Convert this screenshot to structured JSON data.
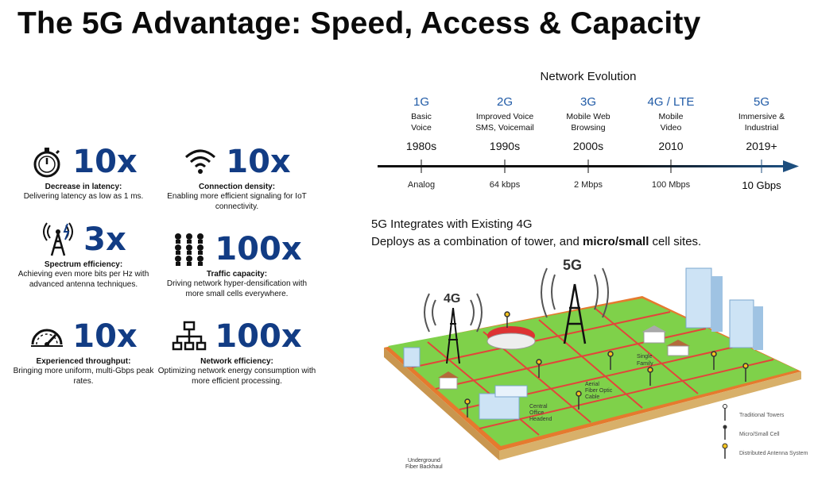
{
  "title": "The 5G Advantage: Speed, Access & Capacity",
  "stats": [
    {
      "multiplier": "10x",
      "heading": "Decrease in latency:",
      "desc": "Delivering latency as low as 1 ms.",
      "icon": "stopwatch-icon"
    },
    {
      "multiplier": "10x",
      "heading": "Connection density:",
      "desc": "Enabling more efficient signaling for IoT connectivity.",
      "icon": "wifi-icon"
    },
    {
      "multiplier": "3x",
      "heading": "Spectrum efficiency:",
      "desc": "Achieving even more bits per Hz with advanced antenna techniques.",
      "icon": "antenna-icon"
    },
    {
      "multiplier": "100x",
      "heading": "Traffic capacity:",
      "desc": "Driving network hyper-densification with more small cells everywhere.",
      "icon": "cell-grid-icon"
    },
    {
      "multiplier": "10x",
      "heading": "Experienced throughput:",
      "desc": "Bringing more uniform, multi-Gbps peak rates.",
      "icon": "speedometer-icon"
    },
    {
      "multiplier": "100x",
      "heading": "Network efficiency:",
      "desc": "Optimizing network energy consumption with more efficient processing.",
      "icon": "network-tree-icon"
    }
  ],
  "network_evolution": {
    "title": "Network Evolution",
    "generations": [
      {
        "name": "1G",
        "desc": "Basic Voice",
        "year": "1980s",
        "speed": "Analog"
      },
      {
        "name": "2G",
        "desc": "Improved Voice SMS, Voicemail",
        "year": "1990s",
        "speed": "64 kbps"
      },
      {
        "name": "3G",
        "desc": "Mobile Web Browsing",
        "year": "2000s",
        "speed": "2 Mbps"
      },
      {
        "name": "4G / LTE",
        "desc": "Mobile Video",
        "year": "2010",
        "speed": "100 Mbps"
      },
      {
        "name": "5G",
        "desc": "Immersive & Industrial",
        "year": "2019+",
        "speed": "10 Gbps"
      }
    ]
  },
  "integration": {
    "title": "5G Integrates with Existing 4G",
    "subtitle_pre": "Deploys as a combination of tower, and ",
    "subtitle_bold": "micro/small",
    "subtitle_post": " cell sites."
  },
  "diagram": {
    "labels": {
      "tower_4g": "4G",
      "tower_5g": "5G",
      "single_family_1": "Single",
      "single_family_2": "Family",
      "central_office_1": "Central",
      "central_office_2": "Office",
      "central_office_3": "Headend",
      "aerial_1": "Aerial",
      "aerial_2": "Fiber Optic",
      "aerial_3": "Cable",
      "underground_1": "Underground",
      "underground_2": "Fiber Backhaul"
    },
    "legend": [
      {
        "label": "Traditional Towers"
      },
      {
        "label": "Micro/Small Cell"
      },
      {
        "label": "Distributed Antenna System"
      }
    ],
    "colors": {
      "grass": "#7fd14a",
      "road": "#e2463a",
      "edge": "#c9a86a",
      "accent": "#123c84"
    }
  }
}
